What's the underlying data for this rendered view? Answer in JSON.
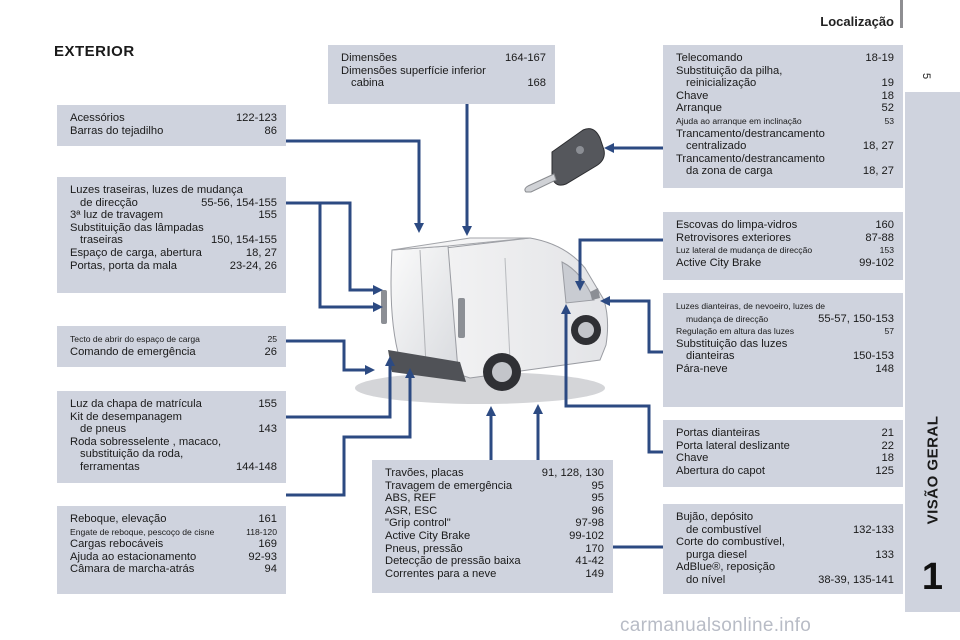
{
  "header": {
    "title": "Localização"
  },
  "page_number": "5",
  "side_tab": {
    "label": "VISÃO GERAL",
    "chapter": "1"
  },
  "section_title": "EXTERIOR",
  "watermark": "carmanualsonline.info",
  "colors": {
    "box": "#cfd3de",
    "line": "#2c4a82",
    "tab": "#cfd3de"
  },
  "boxes": {
    "dimensions": [
      {
        "text": "Dimensões",
        "page": "164-167"
      },
      {
        "text": "Dimensões superfície inferior",
        "page": ""
      },
      {
        "text": "cabina",
        "page": "168",
        "indent": true
      }
    ],
    "accessories": [
      {
        "text": "Acessórios",
        "page": "122-123"
      },
      {
        "text": "Barras do tejadilho",
        "page": "86"
      }
    ],
    "rear_lights": [
      {
        "text": "Luzes traseiras, luzes de mudança",
        "page": ""
      },
      {
        "text": "de direcção",
        "page": "55-56, 154-155",
        "indent": true
      },
      {
        "text": "3ª luz de travagem",
        "page": "155"
      },
      {
        "text": "Substituição das lâmpadas",
        "page": ""
      },
      {
        "text": "traseiras",
        "page": "150, 154-155",
        "indent": true
      },
      {
        "text": "Espaço de carga, abertura",
        "page": "18, 27"
      },
      {
        "text": "Portas, porta da mala",
        "page": "23-24, 26"
      }
    ],
    "cargo_door": [
      {
        "text": "Tecto de abrir do espaço de carga",
        "page": "25",
        "small": true
      },
      {
        "text": "Comando de emergência",
        "page": "26"
      }
    ],
    "plate_light": [
      {
        "text": "Luz da chapa de matrícula",
        "page": "155"
      },
      {
        "text": "Kit de desempanagem",
        "page": ""
      },
      {
        "text": "de pneus",
        "page": "143",
        "indent": true
      },
      {
        "text": "Roda sobresselente , macaco,",
        "page": ""
      },
      {
        "text": "substituição da roda,",
        "page": "",
        "indent": true
      },
      {
        "text": "ferramentas",
        "page": "144-148",
        "indent": true
      }
    ],
    "towing": [
      {
        "text": "Reboque, elevação",
        "page": "161"
      },
      {
        "text": "Engate de reboque, pescoço de cisne",
        "page": "118-120",
        "small": true
      },
      {
        "text": "Cargas rebocáveis",
        "page": "169"
      },
      {
        "text": "Ajuda ao estacionamento",
        "page": "92-93"
      },
      {
        "text": "Câmara de marcha-atrás",
        "page": "94"
      }
    ],
    "brakes": [
      {
        "text": "Travões, placas",
        "page": "91, 128, 130"
      },
      {
        "text": "Travagem de emergência",
        "page": "95"
      },
      {
        "text": "ABS, REF",
        "page": "95"
      },
      {
        "text": "ASR, ESC",
        "page": "96"
      },
      {
        "text": "\"Grip control\"",
        "page": "97-98"
      },
      {
        "text": "Active City Brake",
        "page": "99-102"
      },
      {
        "text": "Pneus, pressão",
        "page": "170"
      },
      {
        "text": "Detecção de pressão baixa",
        "page": "41-42"
      },
      {
        "text": "Correntes para a neve",
        "page": "149"
      }
    ],
    "remote": [
      {
        "text": "Telecomando",
        "page": "18-19"
      },
      {
        "text": "Substituição da pilha,",
        "page": ""
      },
      {
        "text": "reinicialização",
        "page": "19",
        "indent": true
      },
      {
        "text": "Chave",
        "page": "18"
      },
      {
        "text": "Arranque",
        "page": "52"
      },
      {
        "text": "Ajuda ao arranque em inclinação",
        "page": "53",
        "small": true
      },
      {
        "text": "Trancamento/destrancamento",
        "page": ""
      },
      {
        "text": "centralizado",
        "page": "18, 27",
        "indent": true
      },
      {
        "text": "Trancamento/destrancamento",
        "page": ""
      },
      {
        "text": "da zona de carga",
        "page": "18, 27",
        "indent": true
      }
    ],
    "wipers": [
      {
        "text": "Escovas do limpa-vidros",
        "page": "160"
      },
      {
        "text": "Retrovisores exteriores",
        "page": "87-88"
      },
      {
        "text": "Luz lateral de mudança de direcção",
        "page": "153",
        "small": true
      },
      {
        "text": "Active City Brake",
        "page": "99-102"
      }
    ],
    "front_lights": [
      {
        "text": "Luzes dianteiras, de nevoeiro, luzes de",
        "page": "",
        "small": true
      },
      {
        "text": "mudança de direcção",
        "page": "55-57, 150-153",
        "indent": true,
        "small_text": true
      },
      {
        "text": "Regulação em altura das luzes",
        "page": "57",
        "small": true
      },
      {
        "text": "Substituição das luzes",
        "page": ""
      },
      {
        "text": "dianteiras",
        "page": "150-153",
        "indent": true
      },
      {
        "text": "Pára-neve",
        "page": "148"
      }
    ],
    "front_doors": [
      {
        "text": "Portas dianteiras",
        "page": "21"
      },
      {
        "text": "Porta lateral deslizante",
        "page": "22"
      },
      {
        "text": "Chave",
        "page": "18"
      },
      {
        "text": "Abertura do capot",
        "page": "125"
      }
    ],
    "fuel": [
      {
        "text": "Bujão, depósito",
        "page": ""
      },
      {
        "text": "de combustível",
        "page": "132-133",
        "indent": true
      },
      {
        "text": "Corte do combustível,",
        "page": ""
      },
      {
        "text": "purga diesel",
        "page": "133",
        "indent": true
      },
      {
        "text": "AdBlue®, reposição",
        "page": ""
      },
      {
        "text": "do nível",
        "page": "38-39, 135-141",
        "indent": true
      }
    ]
  }
}
